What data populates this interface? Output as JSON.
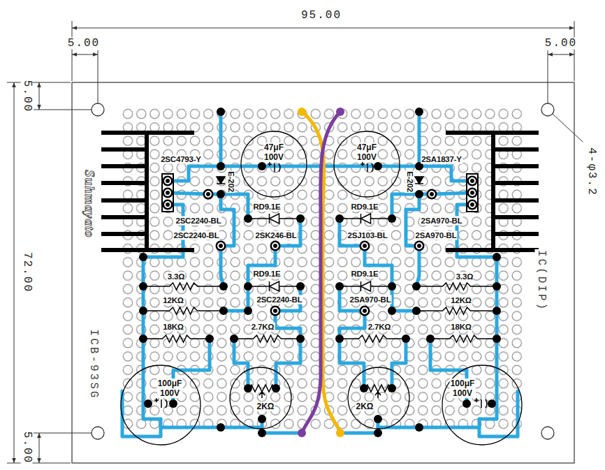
{
  "diagram": {
    "nodes": [
      {
        "text": [
          "47μF 100V"
        ]
      },
      {
        "text": [
          "47μF 100V"
        ]
      },
      {
        "text": [
          "100μF 100V"
        ]
      },
      {
        "text": [
          "2KΩ"
        ]
      },
      {
        "text": [
          "2KΩ"
        ]
      },
      {
        "text": [
          "100μF 100V"
        ]
      }
    ],
    "labels": [
      "95.00",
      "5.00",
      "5.00",
      "5.00",
      "72.00",
      "5.00",
      "4-φ3.2",
      "Suhmayato",
      "ICB-93SG",
      "IC(DIP)",
      "2SC4793-Y",
      "2SA1837-Y",
      "E-202",
      "E-202",
      "RD9.1E",
      "RD9.1E",
      "2SC2240-BL",
      "2SA970-BL",
      "2SC2240-BL",
      "2SK246-BL",
      "2SJ103-BL",
      "2SA970-BL",
      "3.3Ω",
      "RD9.1E",
      "RD9.1E",
      "3.3Ω",
      "12KΩ",
      "2SC2240-BL",
      "2SA970-BL",
      "12KΩ",
      "18KΩ",
      "2.7KΩ",
      "2.7KΩ",
      "18KΩ"
    ]
  }
}
